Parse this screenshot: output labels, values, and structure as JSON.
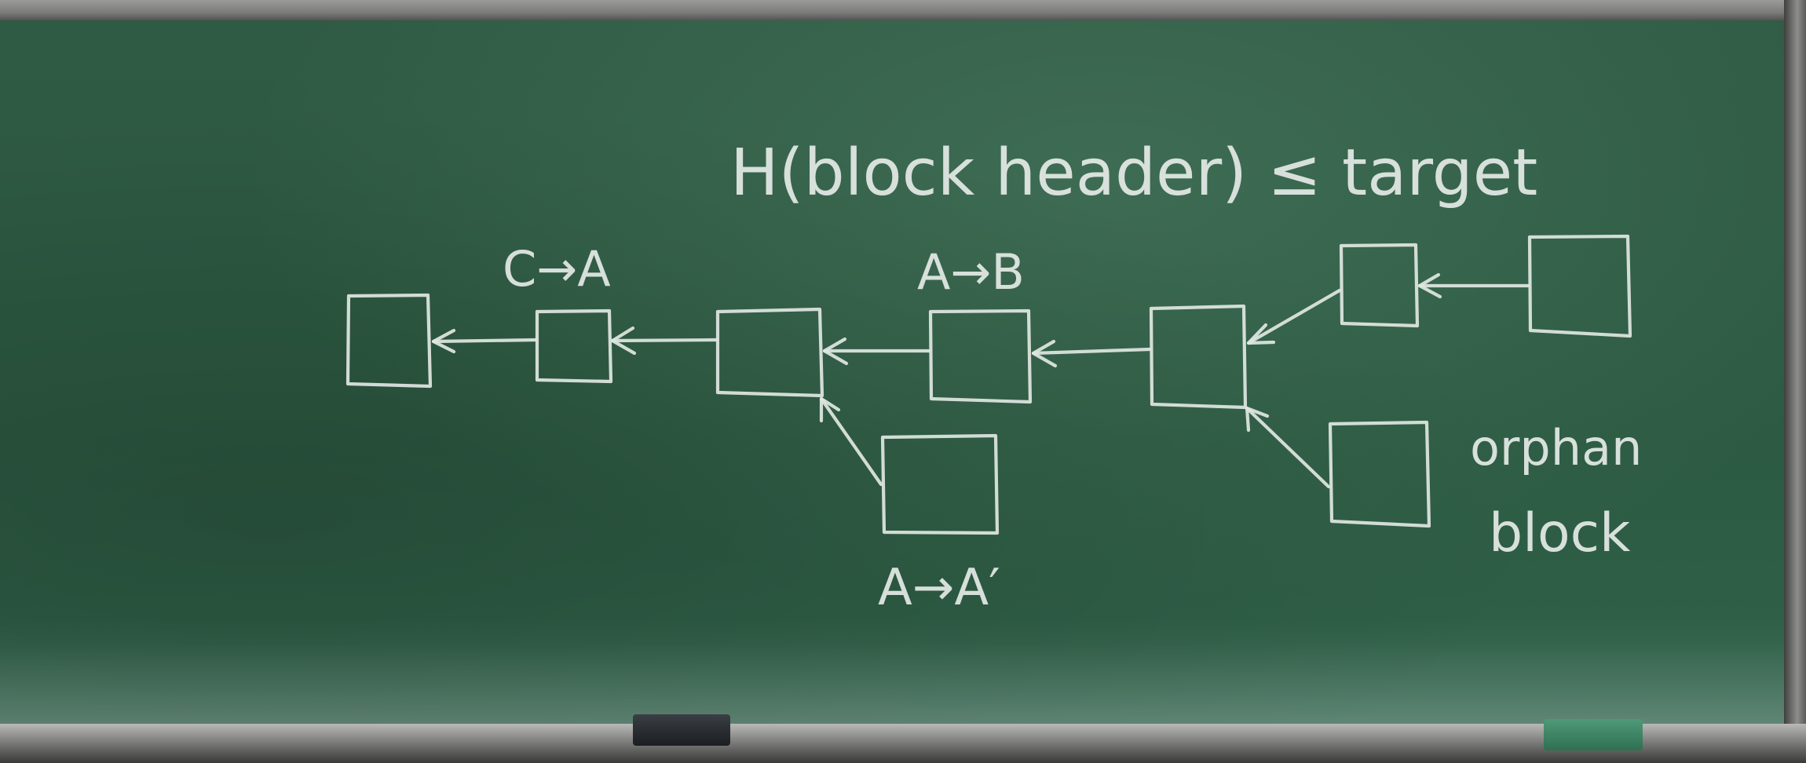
{
  "board": {
    "equation": "H(block header) ≤ target",
    "label_c_to_a": "C→A",
    "label_a_to_b": "A→B",
    "label_a_to_a_prime": "A→A′",
    "orphan_line1": "orphan",
    "orphan_line2": "block"
  }
}
